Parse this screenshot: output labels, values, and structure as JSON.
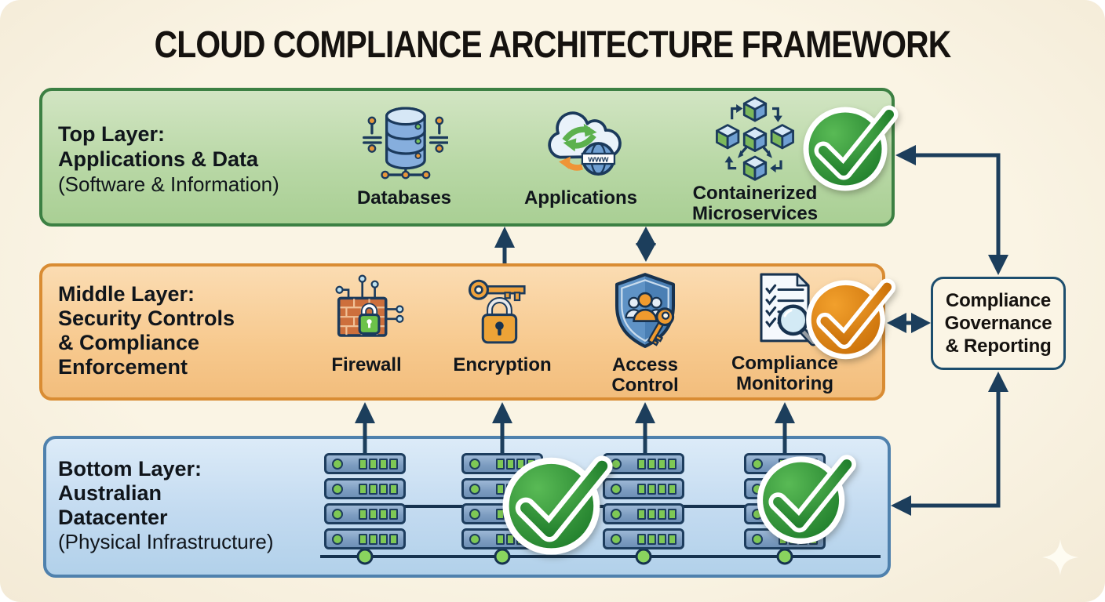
{
  "title": "CLOUD COMPLIANCE ARCHITECTURE FRAMEWORK",
  "layers": {
    "top": {
      "title_lines": [
        "Top Layer:",
        "Applications & Data"
      ],
      "subtitle": "(Software & Information)",
      "items": [
        {
          "label": "Databases",
          "icon": "database-icon"
        },
        {
          "label": "Applications",
          "icon": "cloud-applications-icon",
          "globe_text": "www"
        },
        {
          "label": "Containerized Microservices",
          "icon": "microservices-cubes-icon"
        }
      ],
      "badge": {
        "icon": "green-checkmark-badge",
        "color": "#2e9e3f"
      }
    },
    "middle": {
      "title_lines": [
        "Middle Layer:",
        "Security Controls",
        "& Compliance",
        "Enforcement"
      ],
      "items": [
        {
          "label": "Firewall",
          "icon": "firewall-icon"
        },
        {
          "label": "Encryption",
          "icon": "encryption-icon"
        },
        {
          "label": "Access Control",
          "icon": "access-control-icon"
        },
        {
          "label": "Compliance Monitoring",
          "icon": "compliance-monitoring-icon"
        }
      ],
      "badge": {
        "icon": "orange-checkmark-badge",
        "color": "#e08a1e"
      }
    },
    "bottom": {
      "title_lines": [
        "Bottom Layer:",
        "Australian",
        "Datacenter"
      ],
      "subtitle": "(Physical Infrastructure)",
      "items": [
        {
          "label": "",
          "icon": "server-rack-icon"
        }
      ],
      "badges": [
        {
          "icon": "green-checkmark-badge",
          "color": "#2e9e3f"
        },
        {
          "icon": "green-checkmark-badge",
          "color": "#2e9e3f"
        }
      ]
    }
  },
  "governance": {
    "label": "Compliance Governance & Reporting"
  },
  "colors": {
    "background": "#faf4e4",
    "top_layer_fill": "#b9d8a6",
    "top_layer_border": "#3c8043",
    "middle_layer_fill": "#f7c98e",
    "middle_layer_border": "#d98c33",
    "bottom_layer_fill": "#c2daf0",
    "bottom_layer_border": "#4f81ad",
    "arrow": "#1c3e5c",
    "check_green": "#2e9e3f",
    "check_orange": "#e08a1e"
  }
}
